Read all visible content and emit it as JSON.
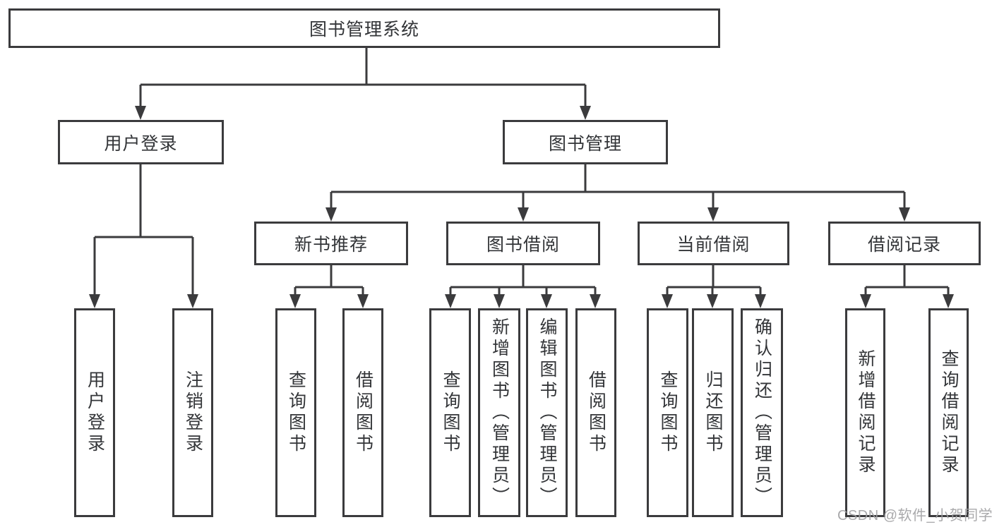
{
  "diagram": {
    "root": {
      "label": "图书管理系统",
      "children": [
        {
          "label": "用户登录",
          "children": [
            {
              "label": "用户登录"
            },
            {
              "label": "注销登录"
            }
          ]
        },
        {
          "label": "图书管理",
          "children": [
            {
              "label": "新书推荐",
              "children": [
                {
                  "label": "查询图书"
                },
                {
                  "label": "借阅图书"
                }
              ]
            },
            {
              "label": "图书借阅",
              "children": [
                {
                  "label": "查询图书"
                },
                {
                  "label": "新增图书（管理员）"
                },
                {
                  "label": "编辑图书（管理员）"
                },
                {
                  "label": "借阅图书"
                }
              ]
            },
            {
              "label": "当前借阅",
              "children": [
                {
                  "label": "查询图书"
                },
                {
                  "label": "归还图书"
                },
                {
                  "label": "确认归还（管理员）"
                }
              ]
            },
            {
              "label": "借阅记录",
              "children": [
                {
                  "label": "新增借阅记录"
                },
                {
                  "label": "查询借阅记录"
                }
              ]
            }
          ]
        }
      ]
    }
  },
  "watermark": {
    "text": "CSDN @软件_小贺同学"
  },
  "colors": {
    "line": "#3b3b3d",
    "text": "#333538",
    "background": "#ffffff",
    "watermark": "#a0a0a3"
  }
}
